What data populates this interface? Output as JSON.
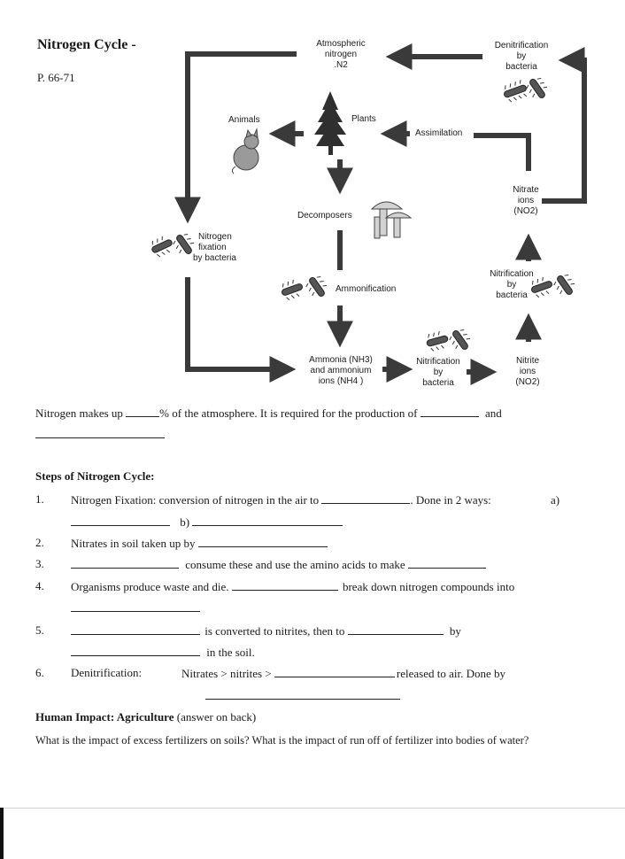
{
  "header": {
    "title": "Nitrogen Cycle -",
    "pages": "P. 66-71"
  },
  "diagram": {
    "atmospheric": [
      "Atmospheric",
      "nitrogen",
      ".N2"
    ],
    "denitrification": [
      "Denitrification",
      "by",
      "bacteria"
    ],
    "animals": "Animals",
    "plants": "Plants",
    "assimilation": "Assimilation",
    "nitrate_ions": [
      "Nitrate",
      "ions",
      "(NO2)"
    ],
    "decomposers": "Decomposers",
    "nitrogen_fixation": [
      "Nitrogen",
      "fixation",
      "by bacteria"
    ],
    "nitrification_right": [
      "Nitrification",
      "by",
      "bacteria"
    ],
    "ammonification": "Ammonification",
    "ammonia": [
      "Ammonia (NH3)",
      "and ammonium",
      "ions (NH4 )"
    ],
    "nitrification_bottom": [
      "Nitrification",
      "by",
      "bacteria"
    ],
    "nitrite_ions": [
      "Nitrite",
      "ions",
      "(NO2)"
    ]
  },
  "intro": {
    "line1_a": "Nitrogen makes up",
    "line1_b": "% of the atmosphere.  It is required for the production of",
    "line1_c": "and"
  },
  "steps": {
    "heading": "Steps of Nitrogen Cycle:",
    "s1_num": "1.",
    "s1_text": "Nitrogen Fixation: conversion of nitrogen in the air to",
    "s1_tail": ". Done in 2 ways:",
    "s1_a": "a)",
    "s1_b": "b)",
    "s2_num": "2.",
    "s2_text": "Nitrates in soil taken up by",
    "s3_num": "3.",
    "s3_text": "consume these and use the amino acids to make",
    "s4_num": "4.",
    "s4_text": "Organisms produce waste and die.",
    "s4_tail": "break down nitrogen compounds into",
    "s5_num": "5.",
    "s5_text": "is converted to nitrites, then to",
    "s5_by": "by",
    "s5_soil": "in the soil.",
    "s6_num": "6.",
    "s6_label": "Denitrification:",
    "s6_text": "Nitrates > nitrites >",
    "s6_tail": "released to air.  Done by"
  },
  "impact": {
    "heading_bold": "Human Impact: Agriculture",
    "heading_rest": " (answer on back)",
    "question": "What is the impact of excess fertilizers on soils?  What is the impact of run off of fertilizer into bodies of water?"
  }
}
